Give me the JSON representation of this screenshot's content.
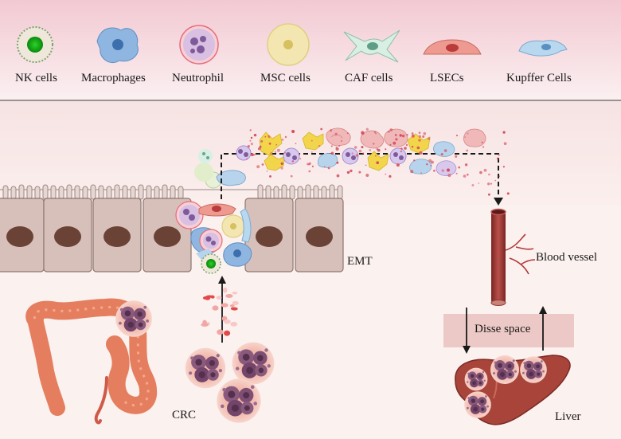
{
  "legend": {
    "items": [
      {
        "label": "NK cells",
        "icon": "nk-cell-icon"
      },
      {
        "label": "Macrophages",
        "icon": "macrophage-icon"
      },
      {
        "label": "Neutrophil",
        "icon": "neutrophil-icon"
      },
      {
        "label": "MSC cells",
        "icon": "msc-cell-icon"
      },
      {
        "label": "CAF cells",
        "icon": "caf-cell-icon"
      },
      {
        "label": "LSECs",
        "icon": "lsec-icon"
      },
      {
        "label": "Kupffer Cells",
        "icon": "kupffer-cell-icon"
      }
    ]
  },
  "labels": {
    "emt": "EMT",
    "blood_vessel": "Blood vessel",
    "disse_space": "Disse space",
    "crc": "CRC",
    "liver": "Liver"
  },
  "colors": {
    "header_bg": "#f3cfd6",
    "tumor_cell": "#7e4f73",
    "tumor_halo": "#f2b3a8",
    "epithelium": "#d9c1bb",
    "nucleus": "#6b4336",
    "vessel": "#a83c3c",
    "liver": "#a8443a",
    "colon": "#e57e5f",
    "disse_band": "#ecc9c6"
  }
}
